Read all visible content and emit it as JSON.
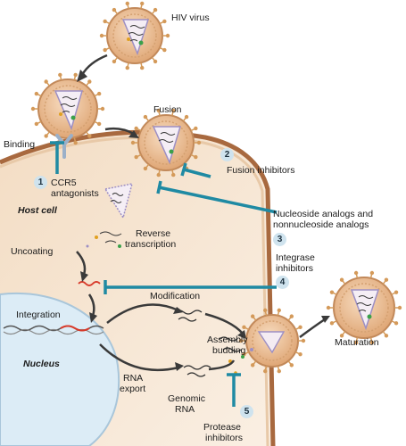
{
  "labels": {
    "hiv_virus": "HIV virus",
    "fusion": "Fusion",
    "binding": "Binding",
    "ccr5_1": "CCR5",
    "ccr5_2": "antagonists",
    "host_cell": "Host cell",
    "fusion_inhibitors": "Fusion inhibitors",
    "reverse_1": "Reverse",
    "reverse_2": "transcription",
    "nucleoside_1": "Nucleoside analogs and",
    "nucleoside_2": "nonnucleoside analogs",
    "uncoating": "Uncoating",
    "integrase_1": "Integrase",
    "integrase_2": "inhibitors",
    "modification": "Modification",
    "integration": "Integration",
    "assembly": "Assembly",
    "budding": "budding",
    "maturation": "Maturation",
    "nucleus": "Nucleus",
    "rna_export_1": "RNA",
    "rna_export_2": "export",
    "genomic_1": "Genomic",
    "genomic_2": "RNA",
    "protease_1": "Protease",
    "protease_2": "inhibitors"
  },
  "badges": {
    "b1": "1",
    "b2": "2",
    "b3": "3",
    "b4": "4",
    "b5": "5"
  },
  "colors": {
    "cell_fill": "#f6e6d2",
    "cell_membrane": "#a8693f",
    "nucleus_fill": "#dcecf6",
    "virus_fill": "#e8bc8c",
    "virus_ring": "#d4a070",
    "spike": "#d49a5a",
    "capsid": "#9d8fc4",
    "inhibitor": "#1f8aa3",
    "dna_red": "#d83a2a",
    "badge_fill": "#cfe3ee"
  }
}
